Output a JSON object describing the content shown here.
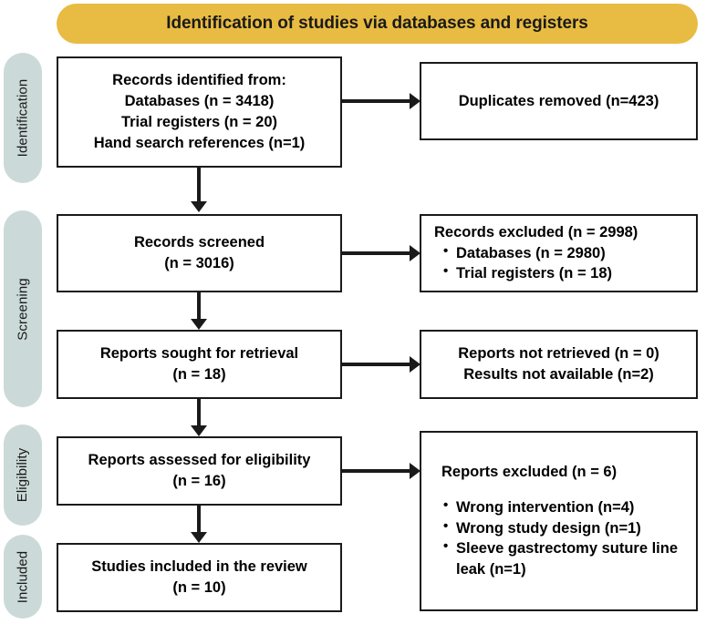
{
  "banner": {
    "title": "Identification of studies via databases and registers"
  },
  "stages": [
    {
      "label": "Identification"
    },
    {
      "label": "Screening"
    },
    {
      "label": "Eligibility"
    },
    {
      "label": "Included"
    }
  ],
  "boxes": {
    "records_identified": {
      "lines": [
        "Records identified from:",
        "Databases (n = 3418)",
        "Trial registers (n = 20)",
        "Hand search references (n=1)"
      ]
    },
    "duplicates_removed": {
      "lines": [
        "Duplicates removed (n=423)"
      ]
    },
    "records_screened": {
      "lines": [
        "Records screened",
        "(n = 3016)"
      ]
    },
    "records_excluded": {
      "heading": "Records excluded (n = 2998)",
      "bullets": [
        "Databases (n = 2980)",
        "Trial registers (n = 18)"
      ]
    },
    "reports_sought": {
      "lines": [
        "Reports sought for retrieval",
        "(n = 18)"
      ]
    },
    "reports_not_retrieved": {
      "lines": [
        "Reports not retrieved (n = 0)",
        "Results not available (n=2)"
      ]
    },
    "reports_assessed": {
      "lines": [
        "Reports assessed for eligibility",
        "(n = 16)"
      ]
    },
    "reports_excluded": {
      "heading": "Reports excluded (n = 6)",
      "bullets": [
        "Wrong intervention (n=4)",
        "Wrong study design (n=1)",
        "Sleeve gastrectomy suture line leak (n=1)"
      ]
    },
    "studies_included": {
      "lines": [
        "Studies included in the review",
        "(n = 10)"
      ]
    }
  },
  "colors": {
    "banner_background": "#e8bc42",
    "stage_pill_background": "#cbdad8",
    "box_border": "#1a1a1a",
    "text": "#000000",
    "page_background": "#ffffff"
  }
}
